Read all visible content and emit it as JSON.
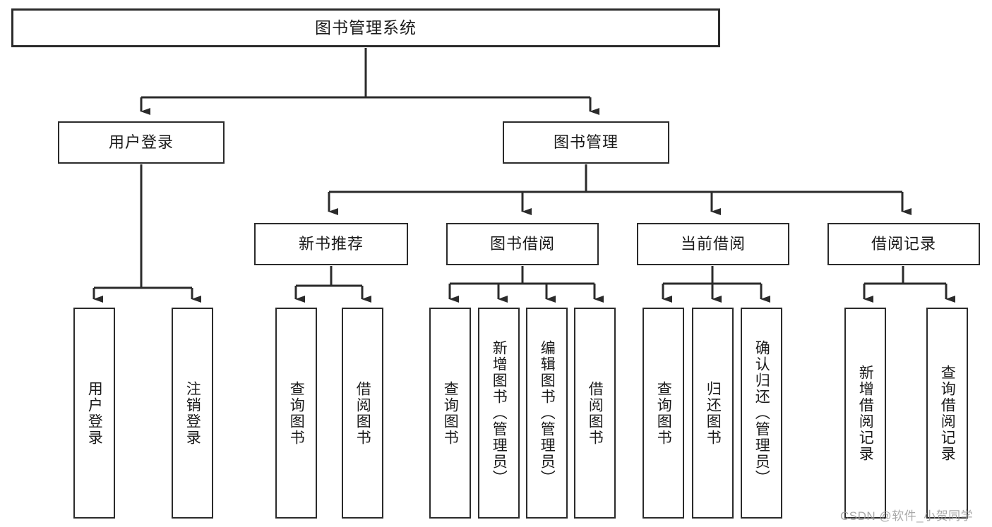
{
  "diagram": {
    "type": "tree",
    "title": "图书管理系统",
    "orientation": "top-down",
    "levels": 4,
    "root": {
      "id": "root",
      "label": "图书管理系统"
    },
    "level2": [
      {
        "id": "user-login",
        "label": "用户登录"
      },
      {
        "id": "book-manage",
        "label": "图书管理"
      }
    ],
    "level3": [
      {
        "id": "new-book-rec",
        "label": "新书推荐",
        "parent": "book-manage"
      },
      {
        "id": "book-borrow",
        "label": "图书借阅",
        "parent": "book-manage"
      },
      {
        "id": "current-borrow",
        "label": "当前借阅",
        "parent": "book-manage"
      },
      {
        "id": "borrow-record",
        "label": "借阅记录",
        "parent": "book-manage"
      }
    ],
    "leaves": [
      {
        "id": "leaf-user-login",
        "label": "用户登录",
        "parent": "user-login"
      },
      {
        "id": "leaf-user-logout",
        "label": "注销登录",
        "parent": "user-login"
      },
      {
        "id": "leaf-query-book-1",
        "label": "查询图书",
        "parent": "new-book-rec"
      },
      {
        "id": "leaf-borrow-book-1",
        "label": "借阅图书",
        "parent": "new-book-rec"
      },
      {
        "id": "leaf-query-book-2",
        "label": "查询图书",
        "parent": "book-borrow"
      },
      {
        "id": "leaf-add-book",
        "label": "新增图书（管理员）",
        "parent": "book-borrow"
      },
      {
        "id": "leaf-edit-book",
        "label": "编辑图书（管理员）",
        "parent": "book-borrow"
      },
      {
        "id": "leaf-borrow-book-2",
        "label": "借阅图书",
        "parent": "book-borrow"
      },
      {
        "id": "leaf-query-book-3",
        "label": "查询图书",
        "parent": "current-borrow"
      },
      {
        "id": "leaf-return-book",
        "label": "归还图书",
        "parent": "current-borrow"
      },
      {
        "id": "leaf-confirm-return",
        "label": "确认归还（管理员）",
        "parent": "current-borrow"
      },
      {
        "id": "leaf-add-record",
        "label": "新增借阅记录",
        "parent": "borrow-record"
      },
      {
        "id": "leaf-query-record",
        "label": "查询借阅记录",
        "parent": "borrow-record"
      }
    ],
    "colors": {
      "background": "#ffffff",
      "node_fill": "#ffffff",
      "node_border": "#2b2b2b",
      "connector": "#2b2b2b",
      "text": "#1b1b1b",
      "watermark": "#9a9a9a"
    }
  },
  "watermark": {
    "text": "CSDN @软件_小贺同学"
  }
}
